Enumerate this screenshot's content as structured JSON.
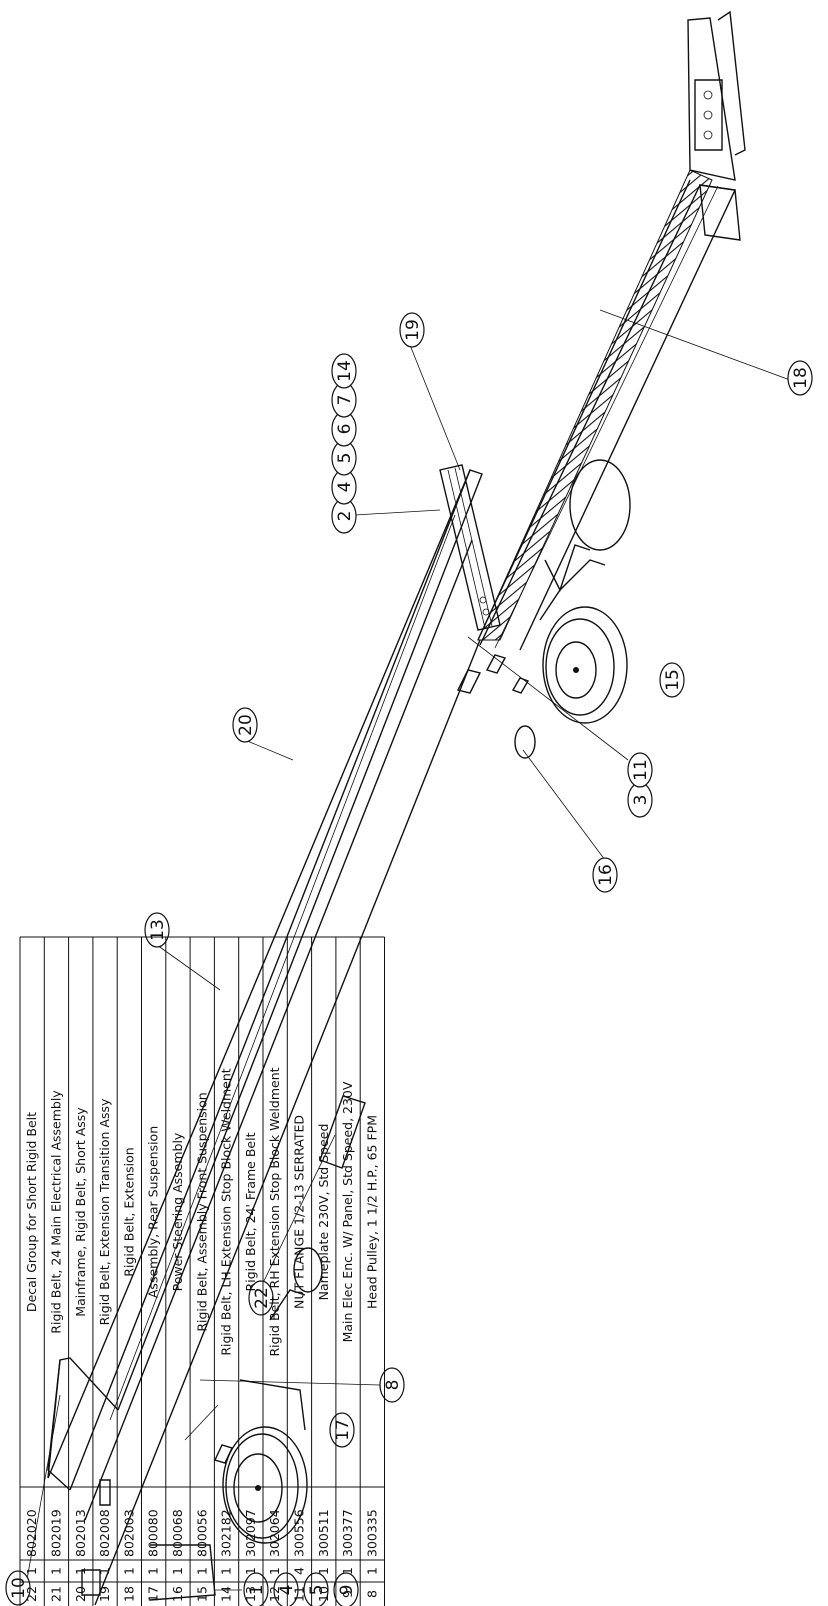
{
  "drawing": {
    "balloons": {
      "b10": "10",
      "b1": "1",
      "b4a": "4",
      "b5a": "5",
      "b9": "9",
      "b17": "17",
      "b8": "8",
      "b22": "22",
      "b13": "13",
      "b20": "20",
      "b16": "16",
      "b3": "3",
      "b11": "11",
      "b15": "15",
      "b2": "2",
      "b4b": "4",
      "b5b": "5",
      "b6": "6",
      "b7": "7",
      "b14": "14",
      "b19": "19",
      "b18": "18"
    }
  },
  "bom": {
    "rows": [
      {
        "item": "22",
        "qty": "1",
        "part": "802020",
        "desc": "Decal Group for Short Rigid Belt"
      },
      {
        "item": "21",
        "qty": "1",
        "part": "802019",
        "desc": "Rigid Belt, 24 Main Electrical Assembly"
      },
      {
        "item": "20",
        "qty": "1",
        "part": "802013",
        "desc": "Mainframe, Rigid Belt, Short Assy"
      },
      {
        "item": "19",
        "qty": "1",
        "part": "802008",
        "desc": "Rigid Belt, Extension Transition Assy"
      },
      {
        "item": "18",
        "qty": "1",
        "part": "802003",
        "desc": "Rigid Belt, Extension"
      },
      {
        "item": "17",
        "qty": "1",
        "part": "800080",
        "desc": "Assembly, Rear Suspension"
      },
      {
        "item": "16",
        "qty": "1",
        "part": "800068",
        "desc": "Power Steering Assembly"
      },
      {
        "item": "15",
        "qty": "1",
        "part": "800056",
        "desc": "Rigid Belt, Assembly Front Suspension"
      },
      {
        "item": "14",
        "qty": "1",
        "part": "302182",
        "desc": "Rigid Belt, LH Extension Stop Block Weldment"
      },
      {
        "item": "13",
        "qty": "1",
        "part": "302097",
        "desc": "Rigid Belt, 24' Frame Belt"
      },
      {
        "item": "12",
        "qty": "1",
        "part": "302064",
        "desc": "Rigid Belt, RH Extension Stop Block Weldment"
      },
      {
        "item": "11",
        "qty": "4",
        "part": "300556",
        "desc": "NUT FLANGE 1/2-13 SERRATED"
      },
      {
        "item": "10",
        "qty": "1",
        "part": "300511",
        "desc": "Nameplate 230V, Std Speed"
      },
      {
        "item": "9",
        "qty": "1",
        "part": "300377",
        "desc": "Main Elec Enc. W/ Panel, Std Speed, 230V"
      },
      {
        "item": "8",
        "qty": "1",
        "part": "300335",
        "desc": "Head Pulley, 1 1/2 H.P., 65 FPM"
      }
    ]
  }
}
